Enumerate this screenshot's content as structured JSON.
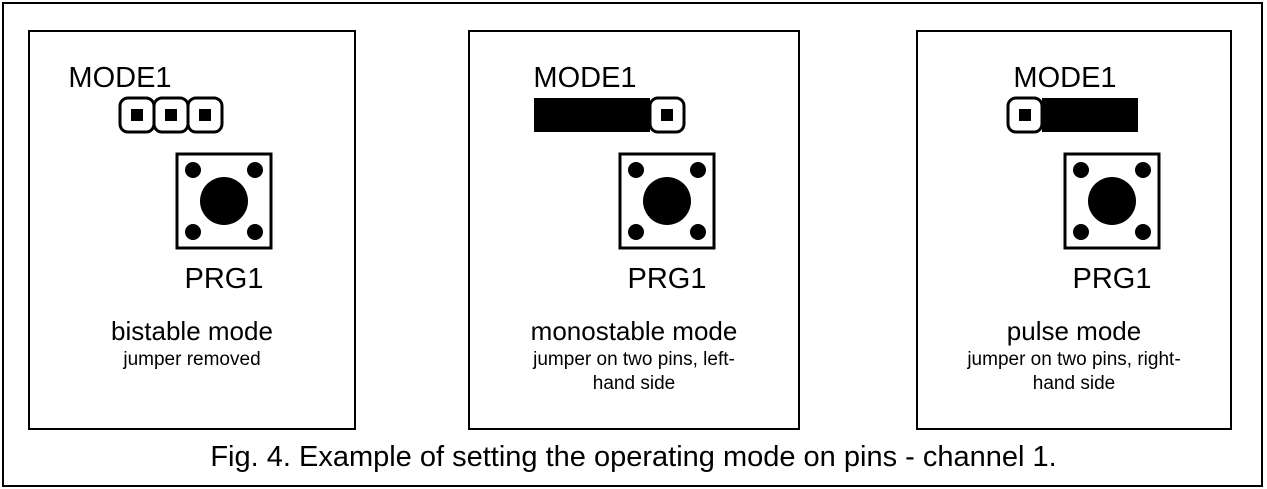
{
  "panels": [
    {
      "header_label": "MODE1",
      "button_label": "PRG1",
      "title": "bistable mode",
      "description_lines": [
        "jumper removed"
      ],
      "jumper": "removed"
    },
    {
      "header_label": "MODE1",
      "button_label": "PRG1",
      "title": "monostable mode",
      "description_lines": [
        "jumper on two pins, left-",
        "hand side"
      ],
      "jumper": "left"
    },
    {
      "header_label": "MODE1",
      "button_label": "PRG1",
      "title": "pulse mode",
      "description_lines": [
        "jumper on two pins, right-",
        "hand side"
      ],
      "jumper": "right"
    }
  ],
  "caption": "Fig. 4. Example of setting the operating mode on pins - channel 1."
}
